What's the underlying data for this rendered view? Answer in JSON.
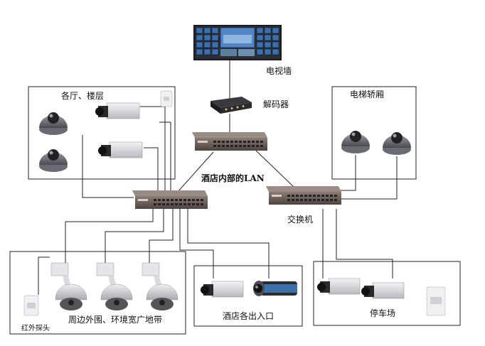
{
  "labels": {
    "tv_wall": "电视墙",
    "decoder": "解码器",
    "floors": "各厅、楼层",
    "elevator": "电梯轿厢",
    "lan": "酒店内部的LAN",
    "switch": "交换机",
    "perimeter": "周边外围、环境宽广地带",
    "ir_probe": "红外探头",
    "entrances": "酒店各出入口",
    "parking": "停车场"
  },
  "icons": {
    "tv_wall": "video-wall-icon",
    "decoder": "decoder-box-icon",
    "switch": "network-switch-icon",
    "dome_camera": "dome-camera-icon",
    "box_camera": "box-camera-icon",
    "ptz_camera": "ptz-dome-camera-icon",
    "bullet_camera": "bullet-camera-icon",
    "ir_detector": "infrared-detector-icon"
  },
  "colors": {
    "line": "#222222",
    "switch_body": "#6b5e58",
    "camera_dark": "#2a2a2a",
    "camera_light": "#cfcfd4",
    "screen_blue": "#3a6fb0"
  }
}
